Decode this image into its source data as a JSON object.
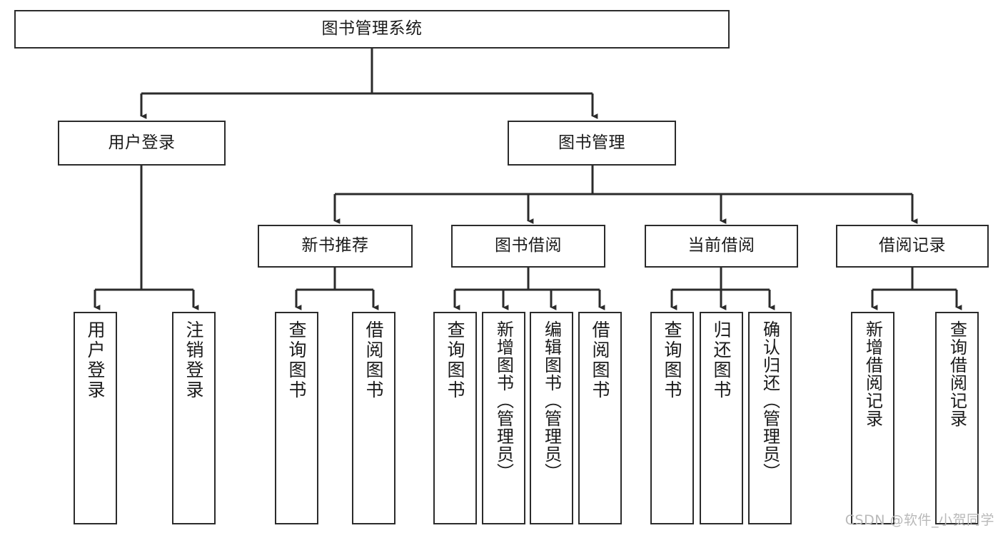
{
  "diagram": {
    "type": "tree-hierarchy-chart",
    "title": "图书管理系统",
    "colors": {
      "box_border": "#2b2b2b",
      "box_fill": "#ffffff",
      "connector": "#2b2b2b",
      "text": "#1a1a1a",
      "watermark": "#b9b9b9",
      "background": "#ffffff"
    },
    "root": {
      "label": "图书管理系统",
      "orientation": "horizontal"
    },
    "level2": [
      {
        "label": "用户登录",
        "orientation": "horizontal"
      },
      {
        "label": "图书管理",
        "orientation": "horizontal"
      }
    ],
    "level3": [
      {
        "label": "新书推荐",
        "orientation": "horizontal"
      },
      {
        "label": "图书借阅",
        "orientation": "horizontal"
      },
      {
        "label": "当前借阅",
        "orientation": "horizontal"
      },
      {
        "label": "借阅记录",
        "orientation": "horizontal"
      }
    ],
    "leaves": [
      {
        "label": "用户登录",
        "orientation": "vertical",
        "parent": "用户登录"
      },
      {
        "label": "注销登录",
        "orientation": "vertical",
        "parent": "用户登录"
      },
      {
        "label": "查询图书",
        "orientation": "vertical",
        "parent": "新书推荐"
      },
      {
        "label": "借阅图书",
        "orientation": "vertical",
        "parent": "新书推荐"
      },
      {
        "label": "查询图书",
        "orientation": "vertical",
        "parent": "图书借阅"
      },
      {
        "label": "新增图书（管理员）",
        "orientation": "vertical",
        "parent": "图书借阅"
      },
      {
        "label": "编辑图书（管理员）",
        "orientation": "vertical",
        "parent": "图书借阅"
      },
      {
        "label": "借阅图书",
        "orientation": "vertical",
        "parent": "图书借阅"
      },
      {
        "label": "查询图书",
        "orientation": "vertical",
        "parent": "当前借阅"
      },
      {
        "label": "归还图书",
        "orientation": "vertical",
        "parent": "当前借阅"
      },
      {
        "label": "确认归还（管理员）",
        "orientation": "vertical",
        "parent": "当前借阅"
      },
      {
        "label": "新增借阅记录",
        "orientation": "vertical",
        "parent": "借阅记录"
      },
      {
        "label": "查询借阅记录",
        "orientation": "vertical",
        "parent": "借阅记录"
      }
    ]
  },
  "watermark": {
    "text": "CSDN @软件_小贺同学"
  }
}
